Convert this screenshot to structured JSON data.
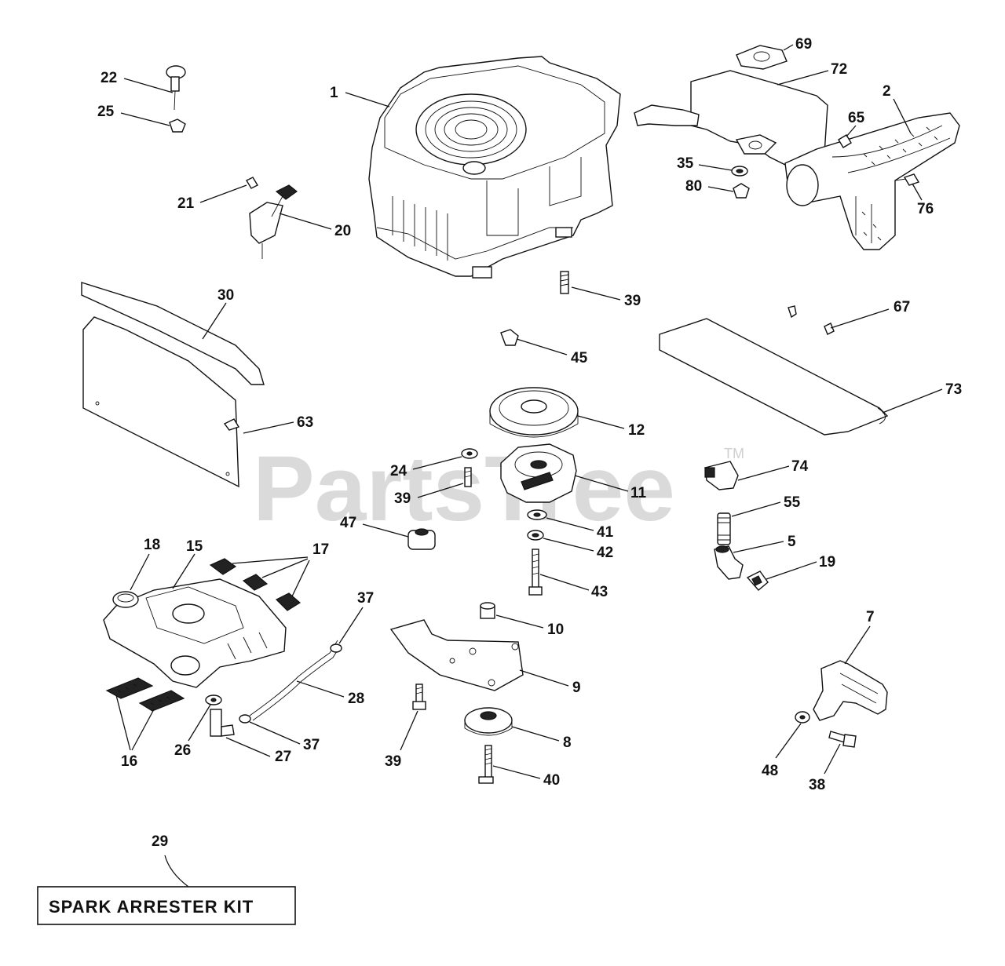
{
  "watermark": {
    "brand": "PartsTree",
    "trademark": "TM"
  },
  "kit_box": {
    "label": "SPARK ARRESTER KIT",
    "callout": "29"
  },
  "callouts": {
    "c1": "1",
    "c2": "2",
    "c5": "5",
    "c7": "7",
    "c8": "8",
    "c9": "9",
    "c10": "10",
    "c11": "11",
    "c12": "12",
    "c15": "15",
    "c16": "16",
    "c17": "17",
    "c18": "18",
    "c19": "19",
    "c20": "20",
    "c21": "21",
    "c22": "22",
    "c24": "24",
    "c25": "25",
    "c26": "26",
    "c27": "27",
    "c28": "28",
    "c30": "30",
    "c35": "35",
    "c37a": "37",
    "c37b": "37",
    "c38": "38",
    "c39a": "39",
    "c39b": "39",
    "c39c": "39",
    "c40": "40",
    "c41": "41",
    "c42": "42",
    "c43": "43",
    "c45": "45",
    "c47": "47",
    "c48": "48",
    "c55": "55",
    "c63": "63",
    "c65": "65",
    "c67": "67",
    "c69": "69",
    "c72": "72",
    "c73": "73",
    "c74": "74",
    "c76": "76",
    "c80": "80"
  },
  "parts": {
    "engine": "engine-icon",
    "muffler": "muffler-icon",
    "heat_shield": "heat-shield-icon",
    "clutch": "pto-clutch-icon",
    "pulley": "pulley-icon",
    "fuel_tank": "fuel-tank-icon",
    "side_panel": "side-panel-icon",
    "deflector": "deflector-plate-icon",
    "bracket": "bracket-icon",
    "mount_plate": "mount-plate-icon",
    "fuel_line": "fuel-line-icon",
    "throttle": "throttle-control-icon"
  }
}
